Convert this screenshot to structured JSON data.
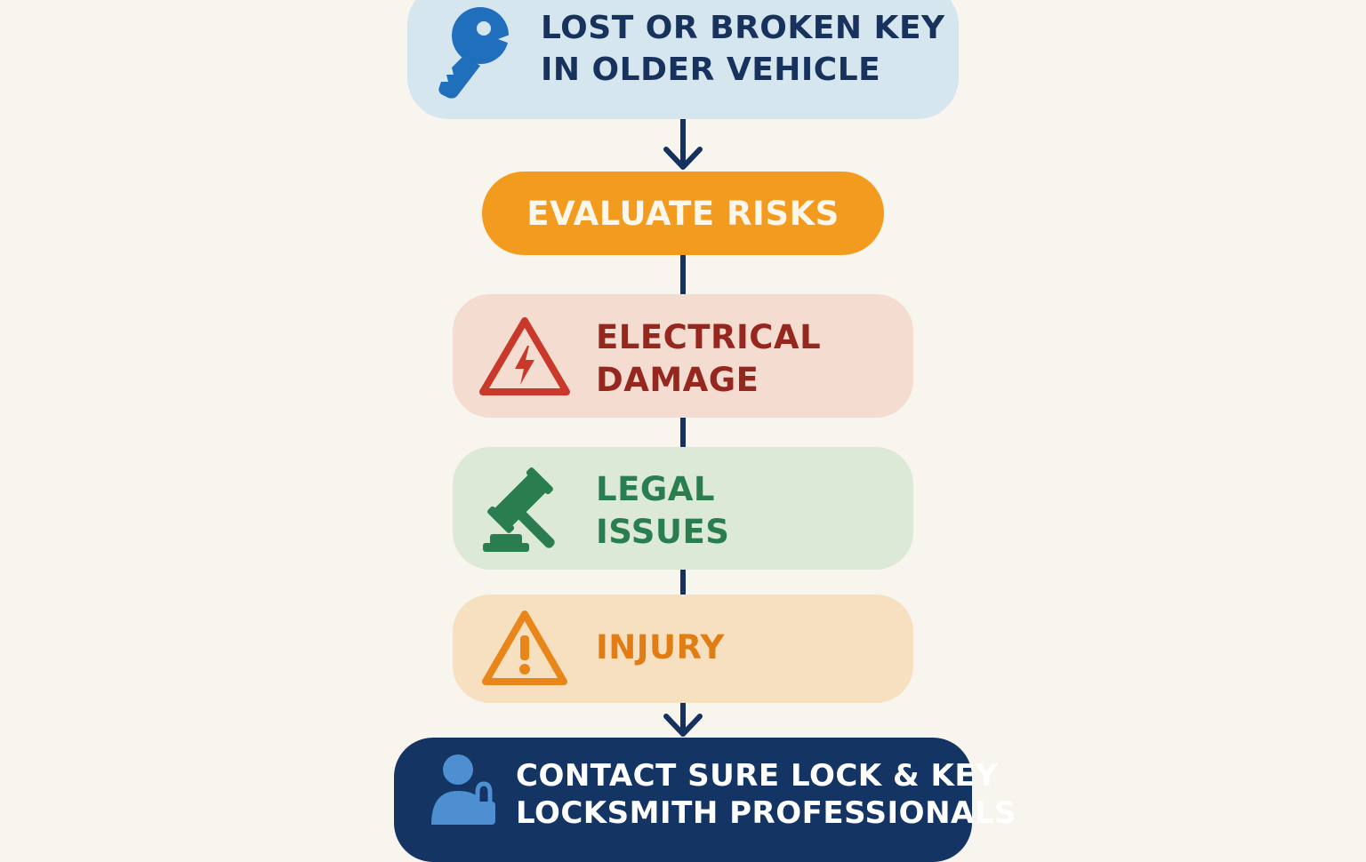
{
  "flow": {
    "start": {
      "line1": "LOST OR BROKEN KEY",
      "line2": "IN OLDER VEHICLE",
      "icon": "key-icon",
      "bg_color": "#d6e6ee",
      "text_color": "#17325c"
    },
    "evaluate": {
      "label": "EVALUATE RISKS",
      "bg_color": "#f29b1e"
    },
    "risks": [
      {
        "line1": "ELECTRICAL",
        "line2": "DAMAGE",
        "icon": "electrical-warning-icon",
        "bg_color": "#f4dcd0",
        "text_color": "#95271f"
      },
      {
        "line1": "LEGAL",
        "line2": "ISSUES",
        "icon": "gavel-icon",
        "bg_color": "#dbe9d6",
        "text_color": "#2a7d4f"
      },
      {
        "line1": "INJURY",
        "icon": "warning-icon",
        "bg_color": "#f7e0c0",
        "text_color": "#e07d14"
      }
    ],
    "contact": {
      "line1": "CONTACT SURE LOCK & KEY",
      "line2": "LOCKSMITH PROFESSIONALS",
      "icon": "locksmith-person-icon",
      "bg_color": "#143463"
    },
    "connector_color": "#15325e"
  }
}
